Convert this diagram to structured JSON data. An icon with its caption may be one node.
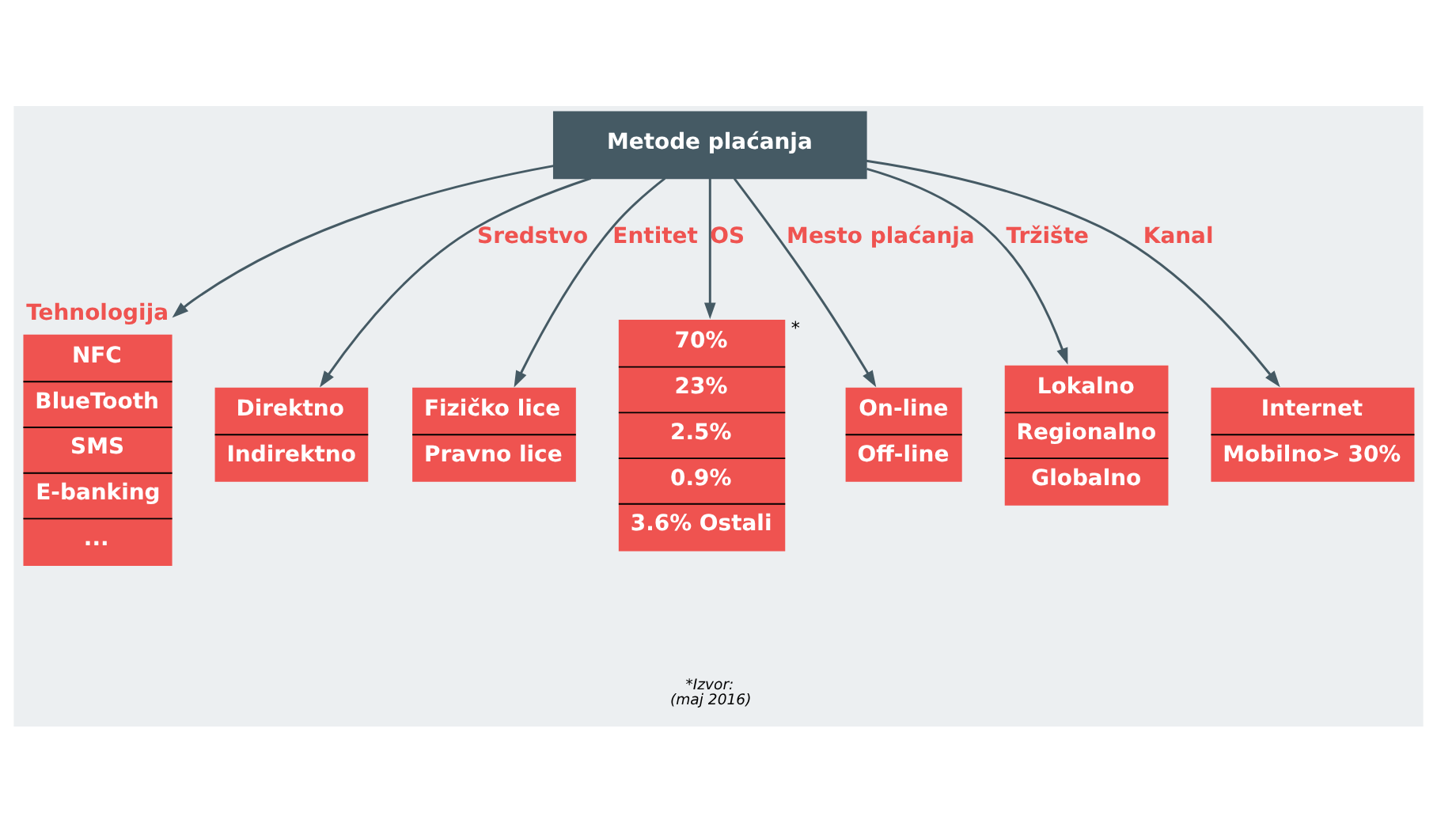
{
  "diagram": {
    "nodes": [
      {
        "text": [
          "Metode plaćanja"
        ]
      },
      {
        "text": [
          "Tehnologija",
          "NFC",
          "BlueTooth",
          "SMS",
          "E-banking",
          "..."
        ]
      },
      {
        "text": [
          "Direktno",
          "Indirektno"
        ]
      },
      {
        "text": [
          "Fizičko lice",
          "Pravno lice"
        ]
      },
      {
        "text": [
          "70%",
          "23%",
          "2.5%",
          "0.9%",
          "3.6% Ostali"
        ],
        "beside": [
          "*"
        ]
      },
      {
        "text": [
          "On-line",
          "Off-line"
        ]
      },
      {
        "text": [
          "Lokalno",
          "Regionalno",
          "Globalno"
        ]
      },
      {
        "text": [
          "Internet",
          "Mobilno> 30%"
        ]
      }
    ],
    "edges": [
      {
        "from": 0,
        "to": 1,
        "arrow": "to"
      },
      {
        "from": 0,
        "to": 2,
        "arrow": "to",
        "label": "Sredstvo"
      },
      {
        "from": 0,
        "to": 3,
        "arrow": "to",
        "label": "Entitet"
      },
      {
        "from": 0,
        "to": 4,
        "arrow": "to",
        "label": "OS"
      },
      {
        "from": 0,
        "to": 5,
        "arrow": "to",
        "label": "Mesto plaćanja"
      },
      {
        "from": 0,
        "to": 6,
        "arrow": "to",
        "label": "Tržište"
      },
      {
        "from": 0,
        "to": 7,
        "arrow": "to",
        "label": "Kanal"
      }
    ],
    "labels": [
      "*Izvor:",
      "(maj 2016)"
    ]
  }
}
